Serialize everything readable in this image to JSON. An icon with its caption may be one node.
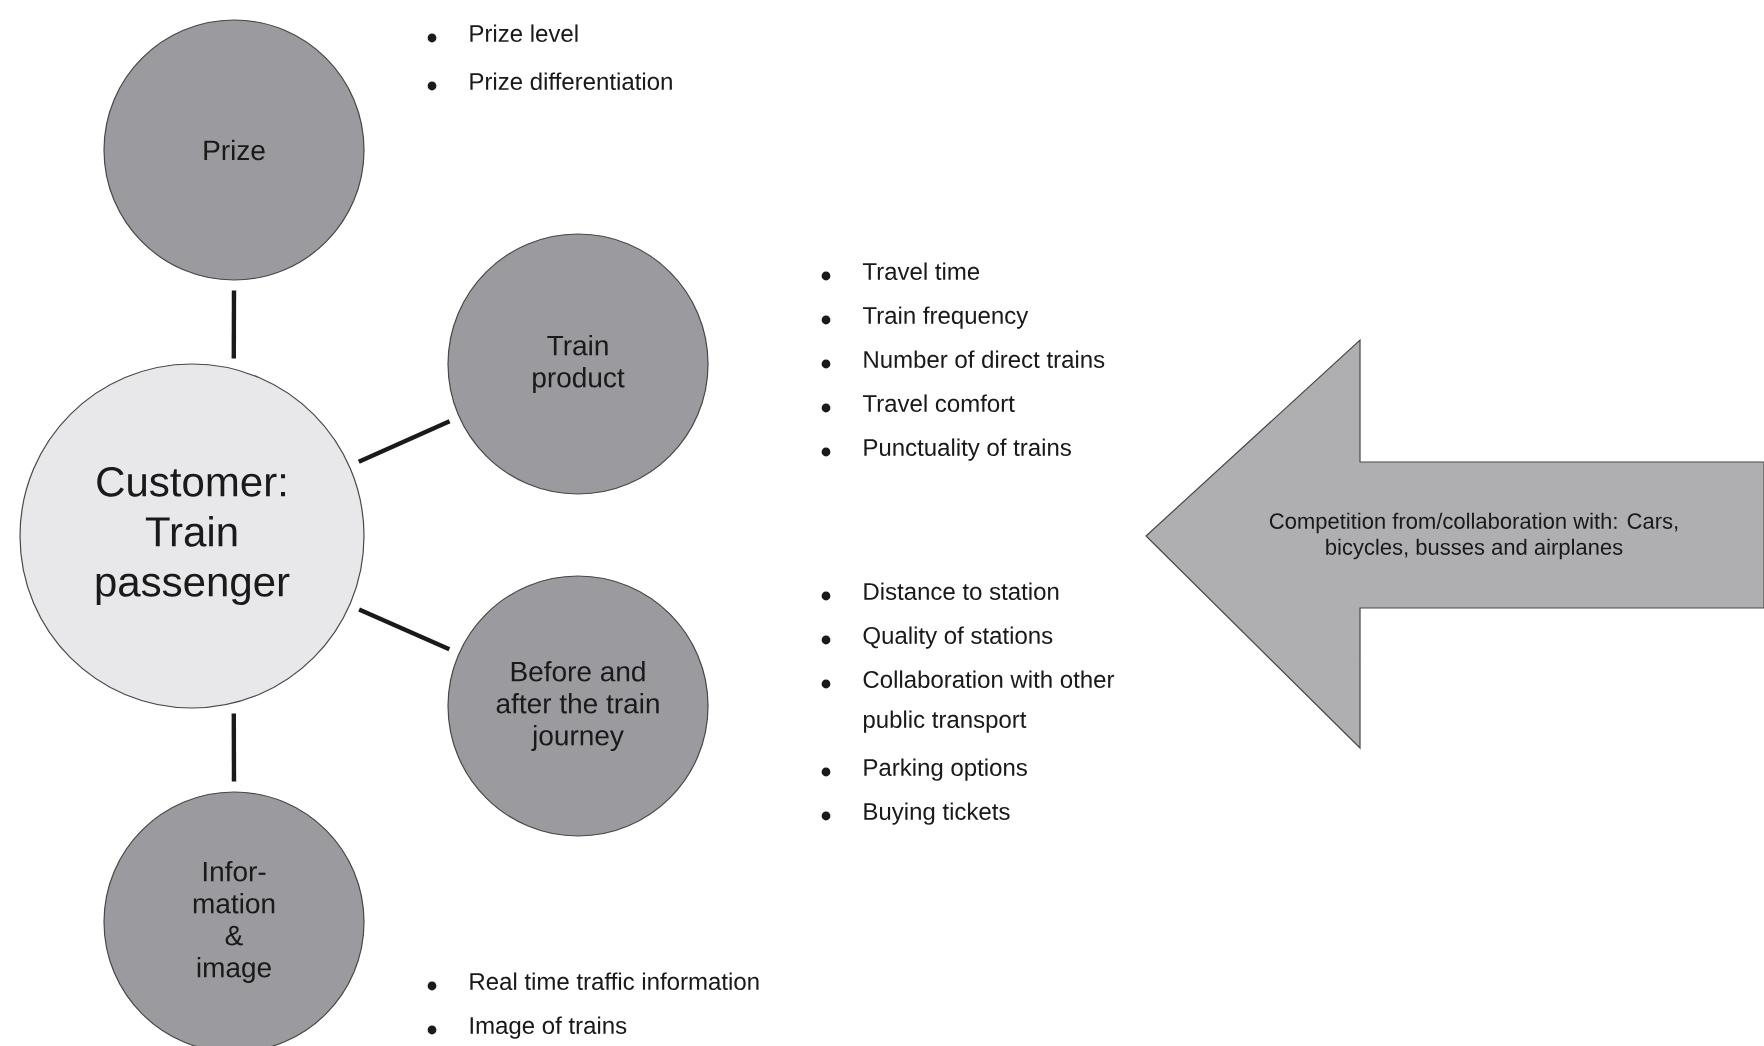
{
  "diagram": {
    "nodes": [
      {
        "text": [
          "Customer: Train passenger"
        ]
      },
      {
        "text": [
          "Prize"
        ],
        "beside": [
          "Prize level",
          "Prize differentiation"
        ]
      },
      {
        "text": [
          "Train product"
        ],
        "beside": [
          "Travel time",
          "Train frequency",
          "Number of direct trains",
          "Travel comfort",
          "Punctuality of trains"
        ]
      },
      {
        "text": [
          "Before and after the train journey"
        ],
        "beside": [
          "Distance to station",
          "Quality of stations",
          "Collaboration with other public transport",
          "Parking options",
          "Buying tickets"
        ]
      },
      {
        "text": [
          "Infor-mation & image"
        ],
        "beside": [
          "Real time traffic information",
          "Image of trains"
        ]
      },
      {
        "text": [
          "Competition from/collaboration with: Cars, bicycles, busses and airplanes"
        ]
      }
    ],
    "edges": [
      {
        "from": 0,
        "to": 1,
        "arrow": "none"
      },
      {
        "from": 0,
        "to": 2,
        "arrow": "none"
      },
      {
        "from": 0,
        "to": 3,
        "arrow": "none"
      },
      {
        "from": 0,
        "to": 4,
        "arrow": "none"
      }
    ]
  }
}
